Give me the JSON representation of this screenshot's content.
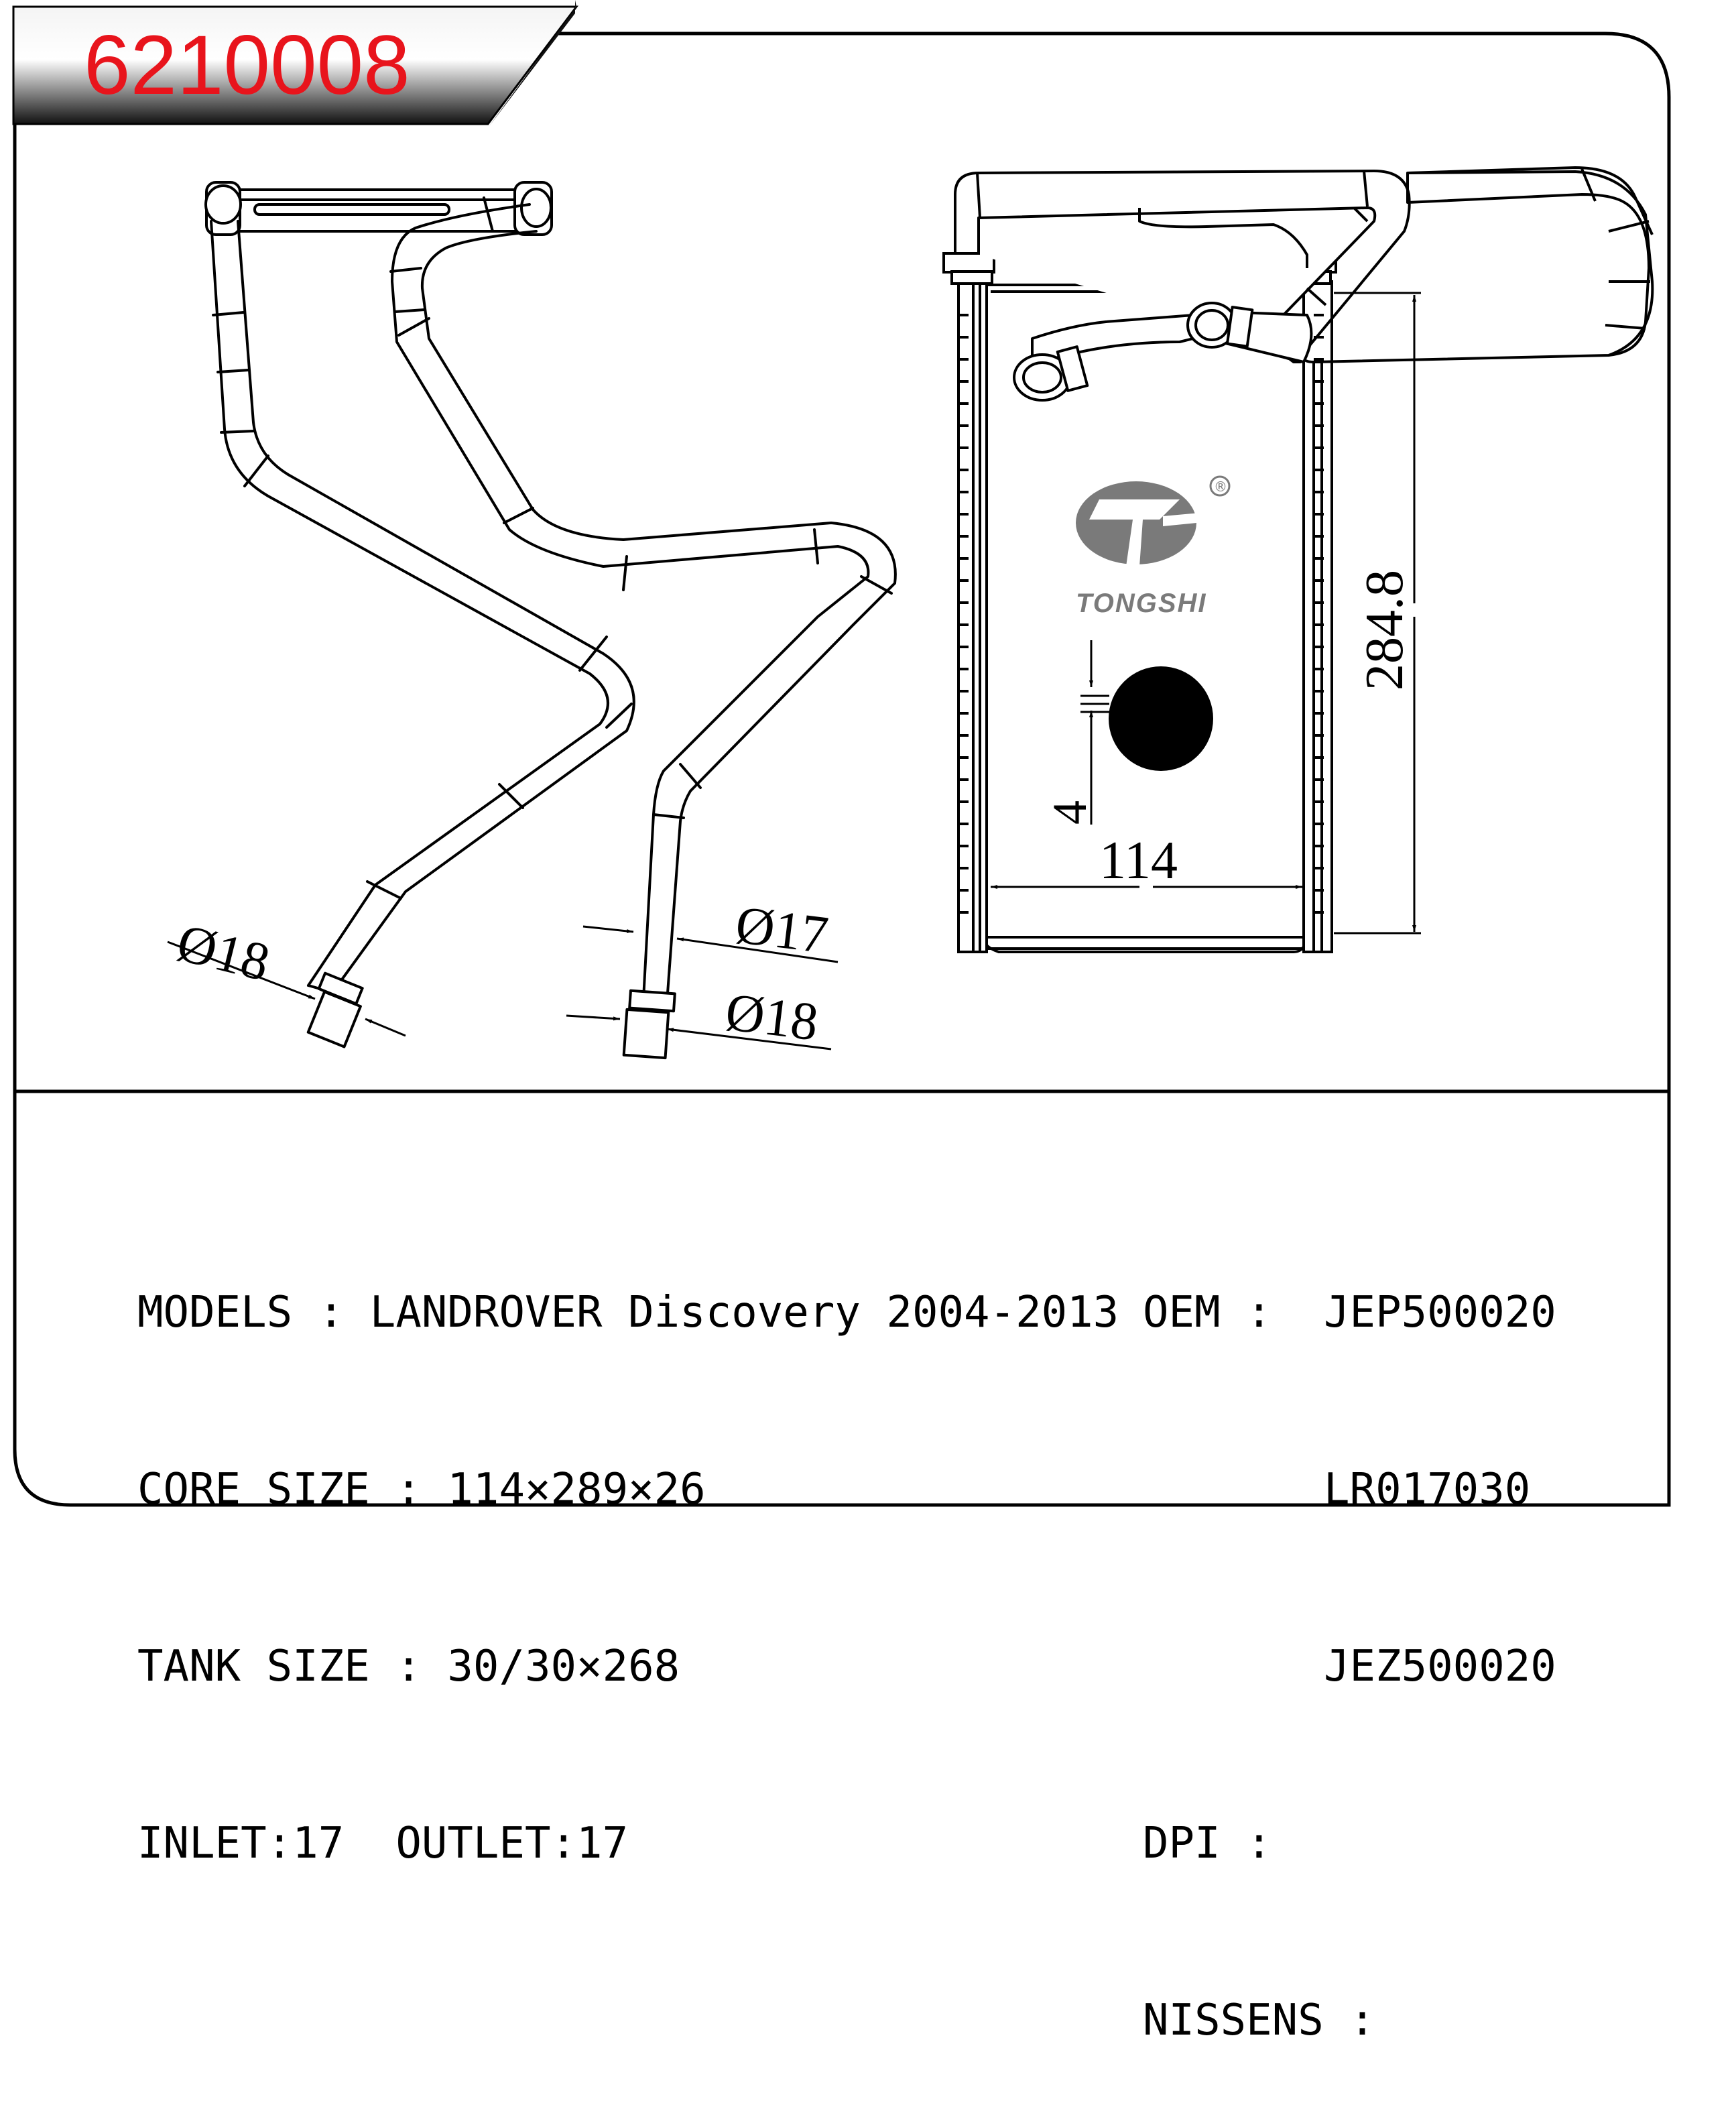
{
  "part_number": "6210008",
  "dimensions": {
    "outlet_diameter": "Ø17",
    "inlet_diameter_left": "Ø18",
    "inlet_diameter_right": "Ø18",
    "core_height": "284.8",
    "core_width": "114",
    "fin_gap": "4"
  },
  "logo": {
    "brand": "TONGSHI",
    "registered_mark": "®"
  },
  "specs": {
    "models": "MODELS : LANDROVER Discovery 2004-2013",
    "core_size": "CORE SIZE : 114×289×26",
    "tank_size": "TANK SIZE : 30/30×268",
    "inlet_outlet": "INLET:17  OUTLET:17"
  },
  "oem": {
    "label": "OEM :",
    "numbers": [
      "JEP500020",
      "LR017030",
      "JEZ500020"
    ],
    "dpi_label": "DPI :",
    "nissens_label": "NISSENS :"
  },
  "colors": {
    "part_number": "#e8141c",
    "ink": "#000000",
    "logo": "#7a7a7a"
  }
}
